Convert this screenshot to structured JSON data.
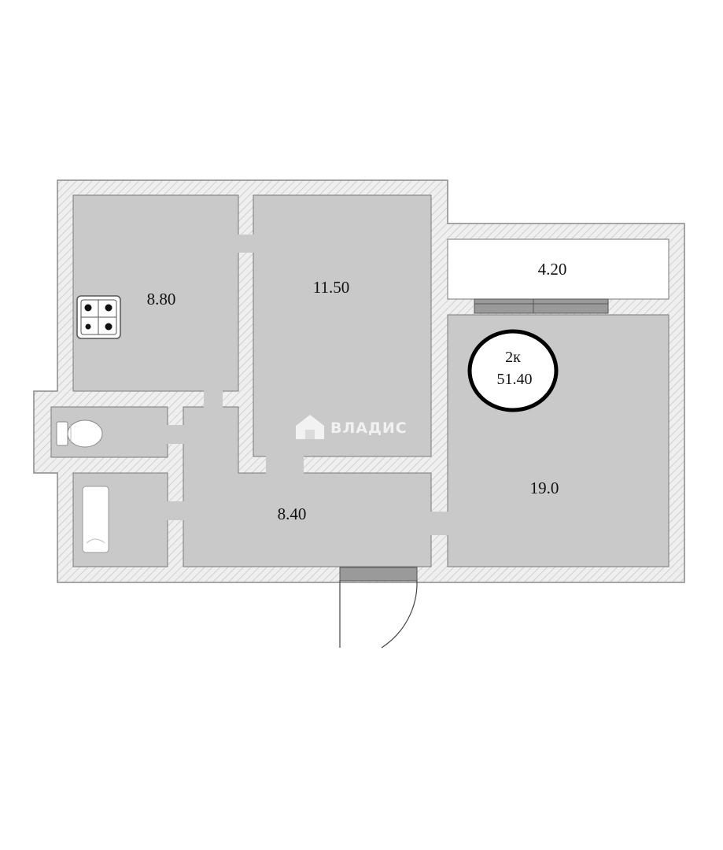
{
  "rooms": {
    "kitchen": {
      "area": "8.80"
    },
    "room_small": {
      "area": "11.50"
    },
    "balcony": {
      "area": "4.20"
    },
    "room_large": {
      "area": "19.0"
    },
    "hallway": {
      "area": "8.40"
    }
  },
  "badge": {
    "rooms": "2к",
    "total_area": "51.40"
  },
  "watermark": {
    "text": "ВЛАДИС"
  },
  "colors": {
    "room_fill": "#c9c9c9",
    "wall_fill": "#efefef",
    "hatch": "#c2c2c2",
    "outline": "#8a8a8a"
  }
}
